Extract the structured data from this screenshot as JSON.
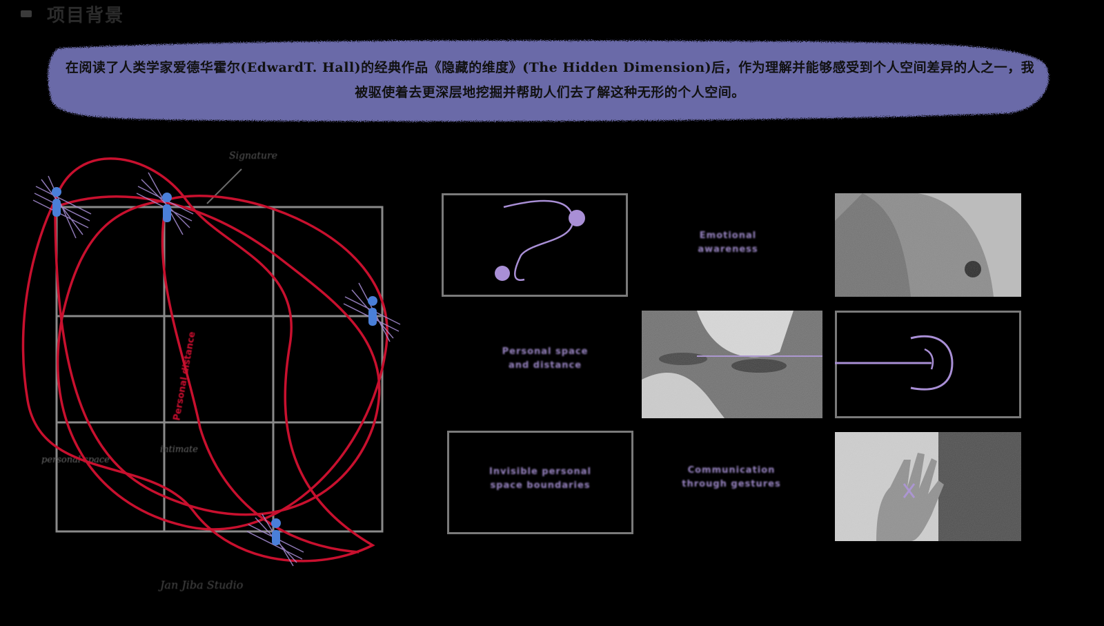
{
  "header": {
    "icon": "bullet-icon",
    "title": "项目背景"
  },
  "intro": {
    "text": "在阅读了人类学家爱德华霍尔(EdwardT. Hall)的经典作品《隐藏的维度》(The Hidden Dimension)后，作为理解并能够感受到个人空间差异的人之一，我被驱使着去更深层地挖掘并帮助人们去了解这种无形的个人空间。"
  },
  "colors": {
    "banner": "#6b6aa8",
    "curve_red": "#c8102e",
    "figure_blue": "#4a7fd8",
    "accent_purple": "#a98fd6",
    "grid_gray": "#8a8a8a"
  },
  "diagram": {
    "annotation": "Signature",
    "row_labels": [
      "personal space",
      "intimate"
    ],
    "side_label": "Personal distance"
  },
  "boards": {
    "label_top": "Emotional awareness",
    "label_mid": "Personal space and distance",
    "label_left_bottom": "Invisible personal space boundaries",
    "label_right_bottom": "Communication through gestures"
  },
  "footer": {
    "signature": "Jan Jiba Studio"
  }
}
